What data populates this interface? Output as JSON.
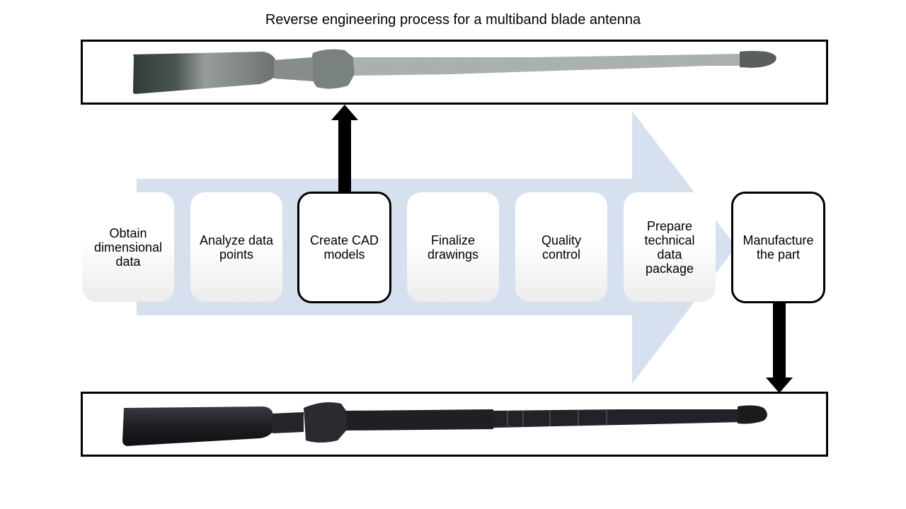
{
  "diagram": {
    "title": "Reverse engineering process for a multiband blade antenna",
    "steps": [
      {
        "label": "Obtain\ndimensional\ndata",
        "highlighted": false
      },
      {
        "label": "Analyze data\npoints",
        "highlighted": false
      },
      {
        "label": "Create CAD\nmodels",
        "highlighted": true
      },
      {
        "label": "Finalize\ndrawings",
        "highlighted": false
      },
      {
        "label": "Quality\ncontrol",
        "highlighted": false
      },
      {
        "label": "Prepare\ntechnical\ndata\npackage",
        "highlighted": false
      },
      {
        "label": "Manufacture\nthe part",
        "highlighted": true
      }
    ],
    "images": {
      "top": "scanned-antenna-mesh",
      "bottom": "manufactured-antenna"
    },
    "colors": {
      "flow_arrow": "#d6e0ee",
      "box_border": "#000000",
      "mesh_dark": "#2f3a36",
      "mesh_light": "#9aa19f",
      "part": "#1e1f22"
    }
  }
}
